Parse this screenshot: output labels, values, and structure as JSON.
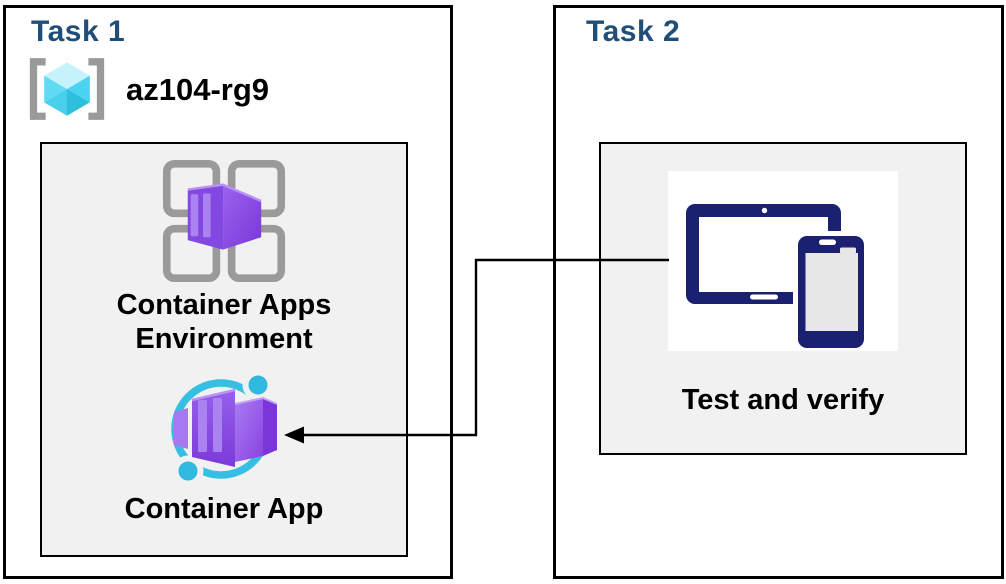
{
  "diagram": {
    "task1": {
      "title": "Task 1",
      "resource_group": {
        "label": "az104-rg9",
        "icon": "resource-group-icon"
      },
      "nodes": [
        {
          "label": "Container Apps Environment",
          "icon": "container-apps-environment-icon"
        },
        {
          "label": "Container App",
          "icon": "container-app-icon"
        }
      ]
    },
    "task2": {
      "title": "Task 2",
      "nodes": [
        {
          "label": "Test and verify",
          "icon": "devices-icon"
        }
      ]
    },
    "connector": {
      "from": "Test and verify",
      "to": "Container App",
      "style": "elbow",
      "arrowhead": "left"
    }
  },
  "colors": {
    "title_blue": "#1F4E79",
    "box_fill": "#F1F1F1",
    "border_black": "#000000",
    "frame_gray": "#9A9A9A",
    "ring_cyan": "#35BFE2",
    "dot_cyan": "#2FB9DE",
    "purple_front": "#8348E2",
    "purple_stripe": "#AA82F1",
    "purple_side": "#7A36D8",
    "purple_bright": "#A678F2",
    "device_navy": "#1B2070",
    "label_black": "#000000"
  }
}
